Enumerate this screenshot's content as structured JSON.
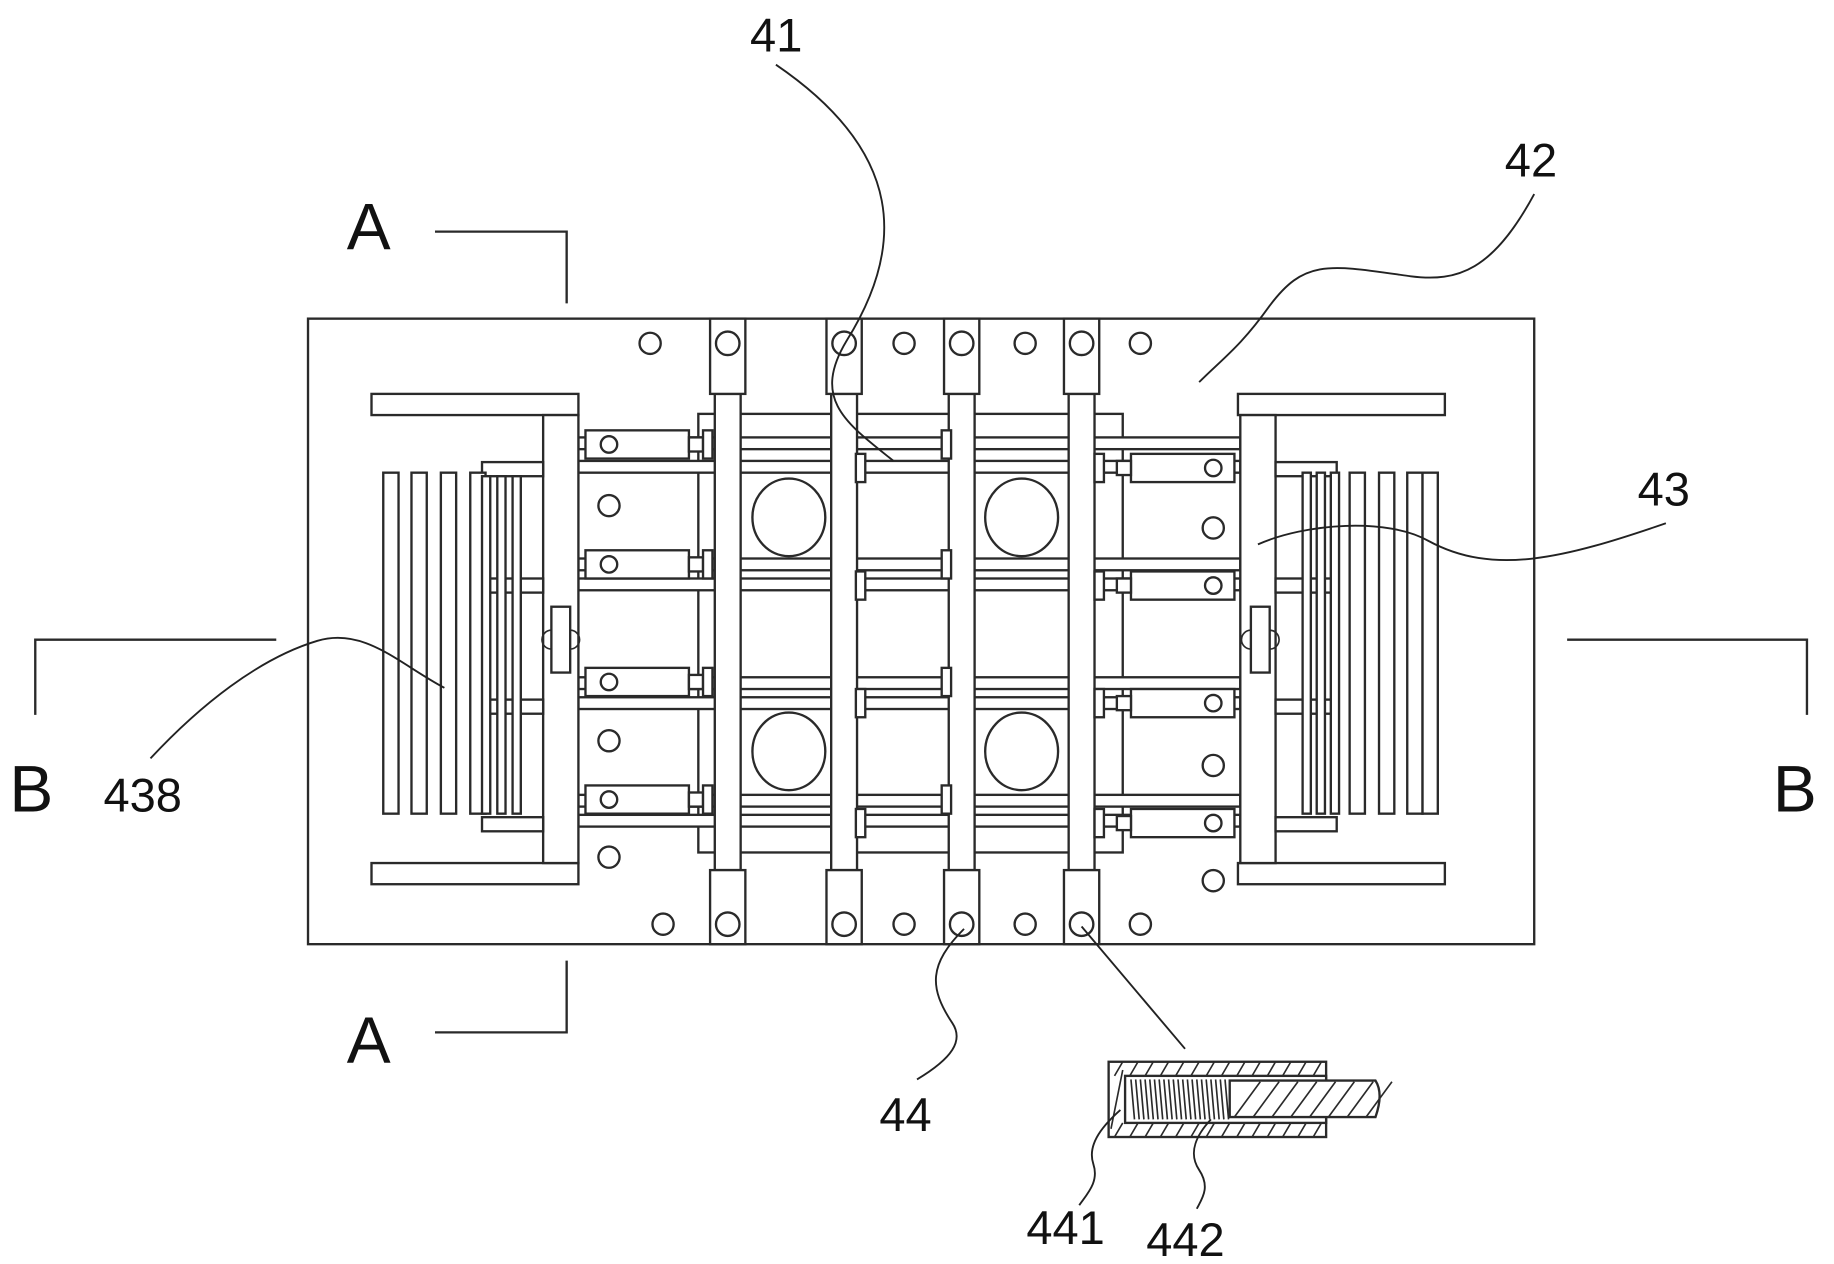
{
  "figure": {
    "type": "mechanical-patent-drawing",
    "view": "top plan view",
    "colors": {
      "line": "#2a2a2a",
      "background": "#ffffff"
    }
  },
  "section_markers": {
    "a_top": "A",
    "a_bottom": "A",
    "b_left": "B",
    "b_right": "B"
  },
  "callouts": [
    {
      "id": "41",
      "label": "41"
    },
    {
      "id": "42",
      "label": "42"
    },
    {
      "id": "43",
      "label": "43"
    },
    {
      "id": "44",
      "label": "44"
    },
    {
      "id": "438",
      "label": "438"
    },
    {
      "id": "441",
      "label": "441"
    },
    {
      "id": "442",
      "label": "442"
    }
  ]
}
